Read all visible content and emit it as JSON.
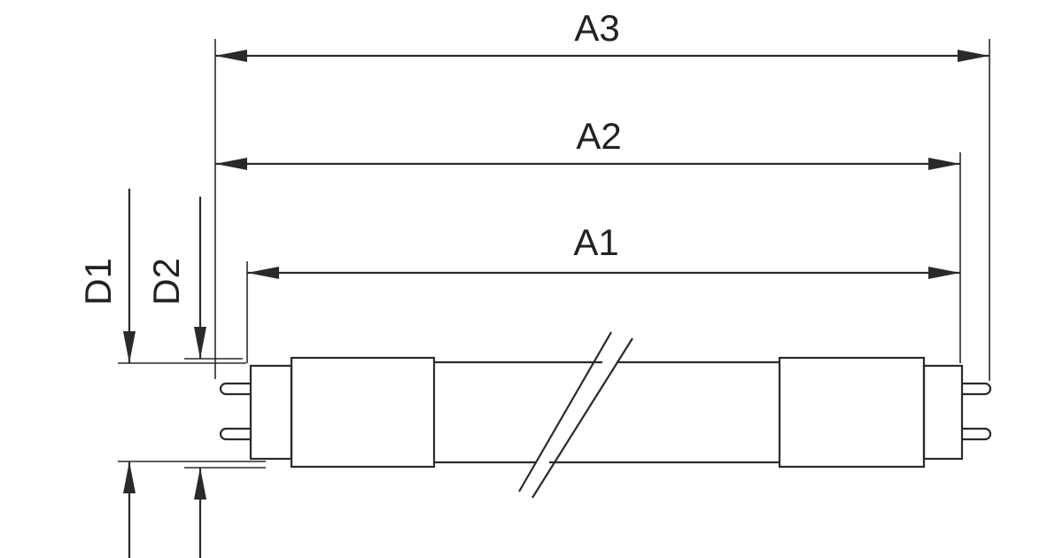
{
  "diagram": {
    "labels": {
      "a3": "A3",
      "a2": "A2",
      "a1": "A1",
      "d1": "D1",
      "d2": "D2"
    },
    "colors": {
      "stroke": "#2a2a2a",
      "background": "#ffffff"
    }
  }
}
